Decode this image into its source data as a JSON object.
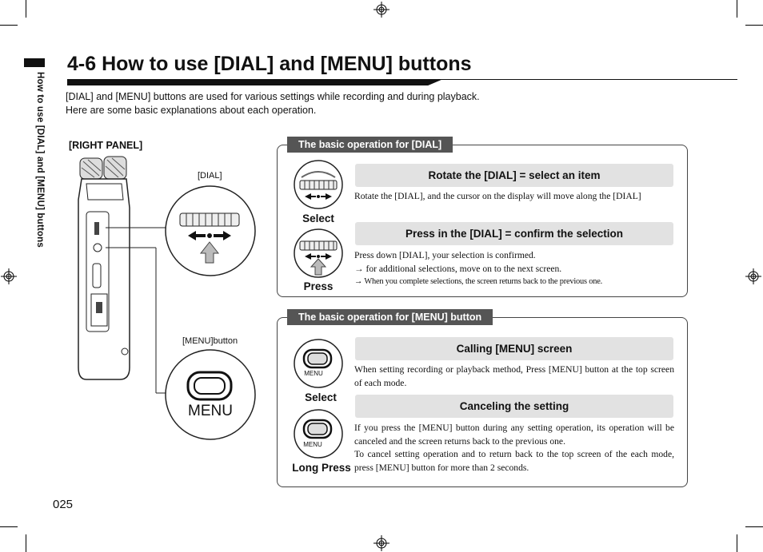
{
  "side_label": "How to use [DIAL] and [MENU] buttons",
  "title": "4-6   How to use [DIAL] and [MENU] buttons",
  "intro": {
    "line1": "[DIAL] and [MENU] buttons are used for various settings while recording and during playback.",
    "line2": "Here are some basic explanations about each operation."
  },
  "illustration": {
    "right_panel_label": "[RIGHT PANEL]",
    "dial_label": "[DIAL]",
    "menu_label": "[MENU]button",
    "menu_button_text": "MENU"
  },
  "dial_section": {
    "tab": "The basic operation for [DIAL]",
    "items": [
      {
        "caption": "Select",
        "heading": "Rotate the [DIAL] = select an item",
        "lines": [
          "Rotate the [DIAL], and the cursor on the display will move along the [DIAL]"
        ]
      },
      {
        "caption": "Press",
        "heading": "Press in the [DIAL] = confirm the selection",
        "lines": [
          "Press down [DIAL], your selection is confirmed.",
          "→ for additional selections, move on to the next screen.",
          "→ When you complete selections, the screen returns back to the previous one."
        ]
      }
    ]
  },
  "menu_section": {
    "tab": "The basic operation for [MENU] button",
    "icon_text": "MENU",
    "items": [
      {
        "caption": "Select",
        "heading": "Calling [MENU] screen",
        "lines": [
          "When setting recording or playback method, Press [MENU] button at the top screen of each mode."
        ]
      },
      {
        "caption": "Long Press",
        "heading": "Canceling the setting",
        "lines": [
          "If you press the [MENU] button during any setting operation, its operation will be canceled and the screen returns back to the previous one.",
          "To cancel setting operation and to return back to the top screen of the each mode, press [MENU] button for more than 2 seconds."
        ]
      }
    ]
  },
  "page_number": "025"
}
